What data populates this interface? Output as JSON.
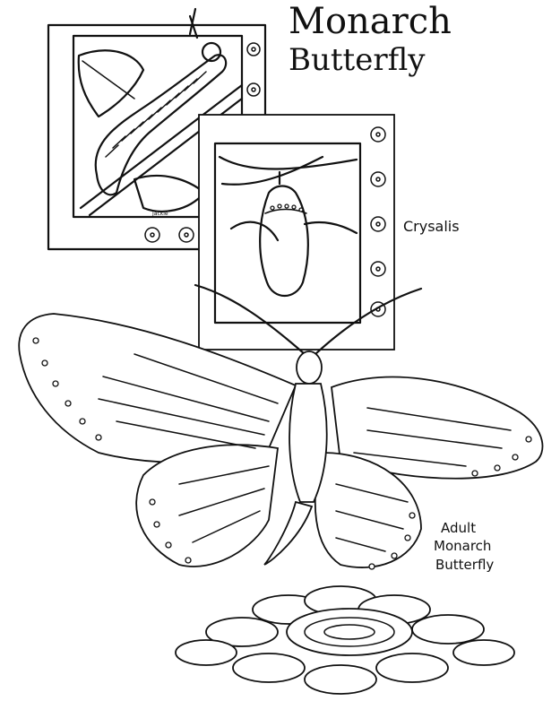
{
  "title": {
    "line1": "Monarch",
    "line2": "Butterfly"
  },
  "labels": {
    "crysalis": "Crysalis",
    "adult_line1": "Adult",
    "adult_line2": "Monarch",
    "adult_line3": "Butterfly"
  },
  "artist_signature": "Jackie",
  "icons": {
    "caterpillar": "caterpillar-icon",
    "chrysalis": "chrysalis-icon",
    "butterfly": "butterfly-icon",
    "flower": "daisy-flower-icon"
  },
  "colors": {
    "ink": "#111111",
    "paper": "#ffffff"
  }
}
